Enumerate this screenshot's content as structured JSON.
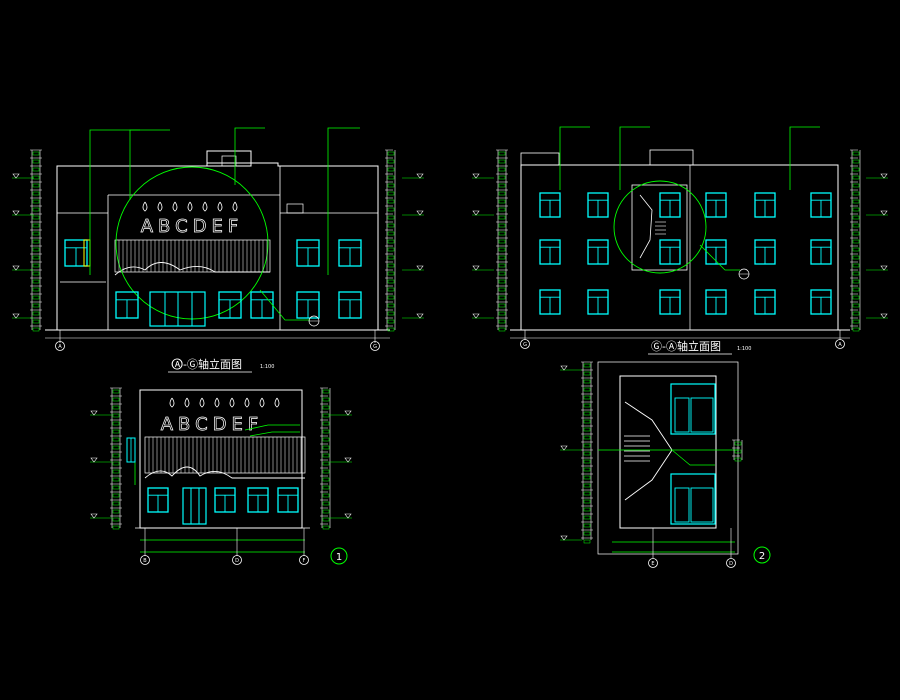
{
  "colors": {
    "background": "#000000",
    "outline": "#ffffff",
    "window": "#00ffff",
    "leader": "#00ff00",
    "dimension": "#ffff00",
    "accent": "#ff0000"
  },
  "drawings": {
    "elevation_a": {
      "title": "Ⓐ-Ⓖ轴立面图",
      "scale": "1:100",
      "sign": "ABCDEF",
      "axis_left": "A",
      "axis_right": "G"
    },
    "elevation_b": {
      "title": "Ⓖ-Ⓐ轴立面图",
      "scale": "1:100",
      "axis_left": "G",
      "axis_right": "A"
    },
    "detail_1": {
      "sign": "ABCDEF",
      "marker": "1",
      "axes": [
        "B",
        "D",
        "F"
      ]
    },
    "detail_2": {
      "marker": "2",
      "axes": [
        "E",
        "D"
      ]
    }
  }
}
